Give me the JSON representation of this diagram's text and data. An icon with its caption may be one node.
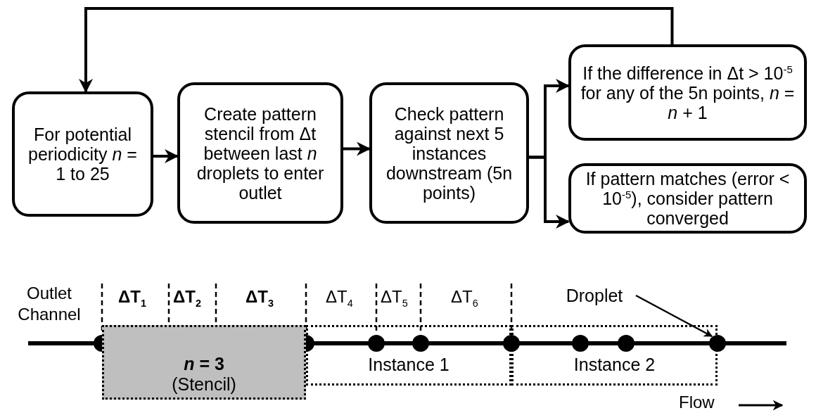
{
  "diagram": {
    "nodes": [
      {
        "text": [
          "For potential periodicity *n* = 1 to 25"
        ]
      },
      {
        "text": [
          "Create pattern stencil from Δt between last *n* droplets to enter outlet"
        ]
      },
      {
        "text": [
          "Check pattern against next 5 instances downstream (5n points)"
        ]
      },
      {
        "text": [
          "If the difference in Δt > 10$^{-5}$ for any of the 5n points, *n* = *n* + 1"
        ]
      },
      {
        "text": [
          "If pattern matches (error < 10$^{-5}$), consider pattern converged"
        ]
      },
      {
        "text": [
          "*n* = 3",
          "(Stencil)"
        ]
      },
      {
        "text": [
          "Instance 1"
        ]
      },
      {
        "text": [
          "Instance 2"
        ]
      },
      {
        "text": [
          "Droplet"
        ]
      },
      {
        "text": [],
        "shape": "circle"
      }
    ],
    "edges": [
      {
        "from": 0,
        "to": 1,
        "arrow": "to"
      },
      {
        "from": 1,
        "to": 2,
        "arrow": "to"
      },
      {
        "from": 2,
        "to": 3,
        "arrow": "to"
      },
      {
        "from": 2,
        "to": 4,
        "arrow": "to"
      },
      {
        "from": 3,
        "to": 0,
        "arrow": "to"
      },
      {
        "from": 8,
        "to": 9,
        "arrow": "to"
      }
    ],
    "labels": [
      "Outlet Channel",
      "ΔT$_{1}$",
      "ΔT$_{2}$",
      "ΔT$_{3}$",
      "ΔT$_{4}$",
      "ΔT$_{5}$",
      "ΔT$_{6}$",
      "Flow"
    ]
  }
}
